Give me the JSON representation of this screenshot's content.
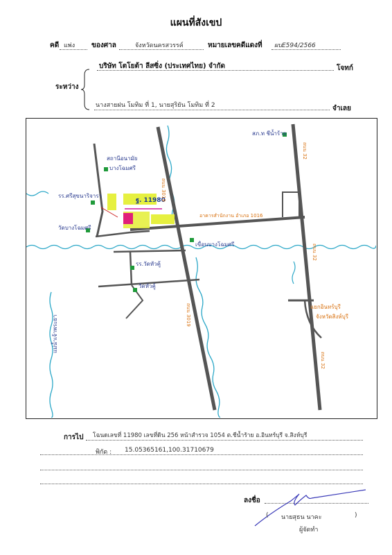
{
  "document": {
    "title": "แผนที่สังเขป",
    "case_label": "คดี",
    "case_value": "แพ่ง",
    "court_label": "ของศาล",
    "court_value": "จังหวัดนครสวรรค์",
    "case_no_label": "หมายเลขคดีแดงที่",
    "case_no_value": "ผบE594/2566",
    "between_label": "ระหว่าง",
    "plaintiff_name": "บริษัท โตโยต้า ลีสซิ่ง (ประเทศไทย) จำกัด",
    "plaintiff_role": "โจทก์",
    "defendant_name": "นางสายฝน โมทิม ที่ 1, นายสุริยัน โมทิม ที่ 2",
    "defendant_role": "จำเลย",
    "purpose_label": "การไป",
    "purpose_value": "โฉนดเลขที่ 11980 เลขที่ดิน 256 หน้าสำรวจ 1054  ต.ชีน้ำร้าย  อ.อินทร์บุรี  จ.สิงห์บุรี",
    "coords_label": "พิกัด :",
    "coords_value": "15.05365161,100.31710679",
    "sign_label": "ลงชื่อ",
    "signer_name": "นายสุธน  นาคะ",
    "signer_role": "ผู้จัดทำ"
  },
  "map": {
    "labels": {
      "health_station": "สถานีอนามัย",
      "health_station_2": "บางโฉมศรี",
      "school_1": "รร.ศรีสุขนาริจารา",
      "temple_1": "วัดบางโฉมศรี",
      "parcel": "ฐ. 11980",
      "road_3019": "ถนน 3019",
      "road_3019_b": "ถนน 3019",
      "road_32_a": "ถนน 32",
      "road_32_b": "ถนน 32",
      "road_32_c": "ถนน 32",
      "police": "สภ.ท ชีน้ำร้าย",
      "district_office": "อาคารสำนักงาน อำเภอ 1016",
      "dam": "เขื่อนบางโฉมศรี",
      "school_2": "รร.วัดหัวคู้",
      "temple_2": "วัดหัวคู้",
      "intersection": "แยกอินทร์บุรี",
      "intersection_2": "จังหวัดสิงห์บุรี",
      "river": "แม่น้ำเจ้าพระยา"
    },
    "colors": {
      "road": "#555555",
      "river": "#2aa7c7",
      "highlight": "#e6f040",
      "parcel_fill": "#e0207a",
      "landmark": "#1f9a3a",
      "orange_text": "#d8700e",
      "blue_text": "#2a3b8f",
      "parcel_boundary": "#d11a9a",
      "arrow": "#cc2222"
    }
  }
}
